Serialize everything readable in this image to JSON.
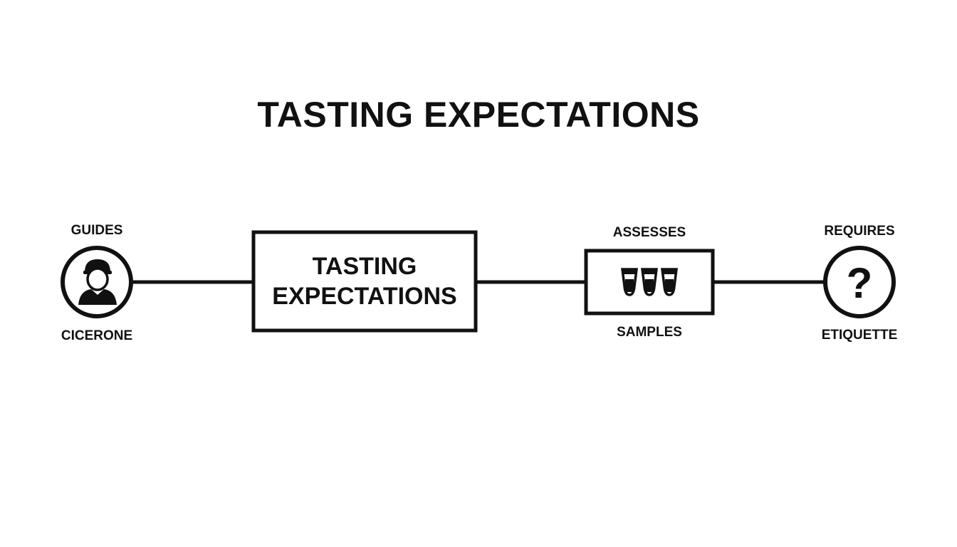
{
  "title": "TASTING EXPECTATIONS",
  "nodes": {
    "cicerone": {
      "top_label": "GUIDES",
      "bottom_label": "CICERONE",
      "icon": "person-icon"
    },
    "central": {
      "line1": "TASTING",
      "line2": "EXPECTATIONS"
    },
    "samples": {
      "top_label": "ASSESSES",
      "bottom_label": "SAMPLES",
      "icon": "beer-glasses-icon"
    },
    "etiquette": {
      "top_label": "REQUIRES",
      "bottom_label": "ETIQUETTE",
      "icon": "question-mark-icon"
    }
  },
  "colors": {
    "stroke": "#111111",
    "background": "#ffffff"
  }
}
